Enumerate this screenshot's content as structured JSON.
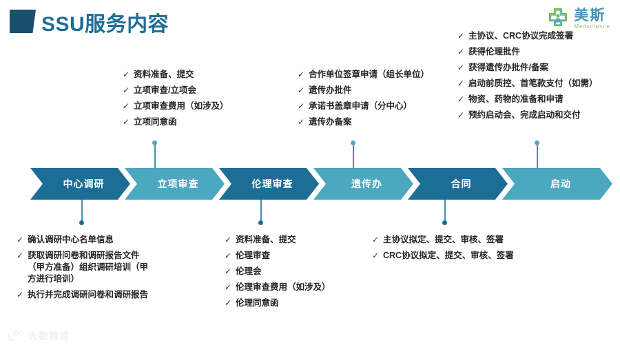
{
  "header": {
    "title": "SSU服务内容",
    "accent_color": "#1b4f6e",
    "title_color": "#1d6e96"
  },
  "brand": {
    "name_cn": "美斯",
    "name_en": "Medscience",
    "icon": "medical-cross-person-icon",
    "cn_color": "#4a8fb5",
    "en_color": "#8fbf6a"
  },
  "flow": {
    "dark_color": "#1d6e96",
    "light_color": "#4ba8bf",
    "connector_color": "#3f93ab",
    "steps": [
      {
        "label": "中心调研",
        "tone": "dark"
      },
      {
        "label": "立项审查",
        "tone": "light"
      },
      {
        "label": "伦理审查",
        "tone": "dark"
      },
      {
        "label": "遗传办",
        "tone": "light"
      },
      {
        "label": "合同",
        "tone": "dark"
      },
      {
        "label": "启动",
        "tone": "light"
      }
    ]
  },
  "groups": {
    "above_lixiang": {
      "step": "立项审查",
      "items": [
        "资料准备、提交",
        "立项审查/立项会",
        "立项审查费用（如涉及）",
        "立项同意函"
      ]
    },
    "above_yichuan": {
      "step": "遗传办",
      "items": [
        "合作单位签章申请（组长单位）",
        "遗传办批件",
        "承诺书盖章申请（分中心）",
        "遗传办备案"
      ]
    },
    "above_qidong": {
      "step": "启动",
      "items": [
        "主协议、CRC协议完成签署",
        "获得伦理批件",
        "获得遗传办批件/备案",
        "启动前质控、首笔款支付（如需）",
        "物资、药物的准备和申请",
        "预约启动会、完成启动和交付"
      ]
    },
    "below_zhongxin": {
      "step": "中心调研",
      "items": [
        "确认调研中心名单信息",
        "获取调研问卷和调研报告文件\n（甲方准备）组织调研培训（甲\n方进行培训）",
        "执行并完成调研问卷和调研报告"
      ]
    },
    "below_lunli": {
      "step": "伦理审查",
      "items": [
        "资料准备、提交",
        "伦理审查",
        "伦理会",
        "伦理审查费用（如涉及）",
        "伦理同意函"
      ]
    },
    "below_hetong": {
      "step": "合同",
      "items": [
        "主协议拟定、提交、审核、签署",
        "CRC协议拟定、提交、审核、签署"
      ]
    }
  },
  "watermark": {
    "text": "大数跨境",
    "icon": "panda-logo-icon"
  }
}
